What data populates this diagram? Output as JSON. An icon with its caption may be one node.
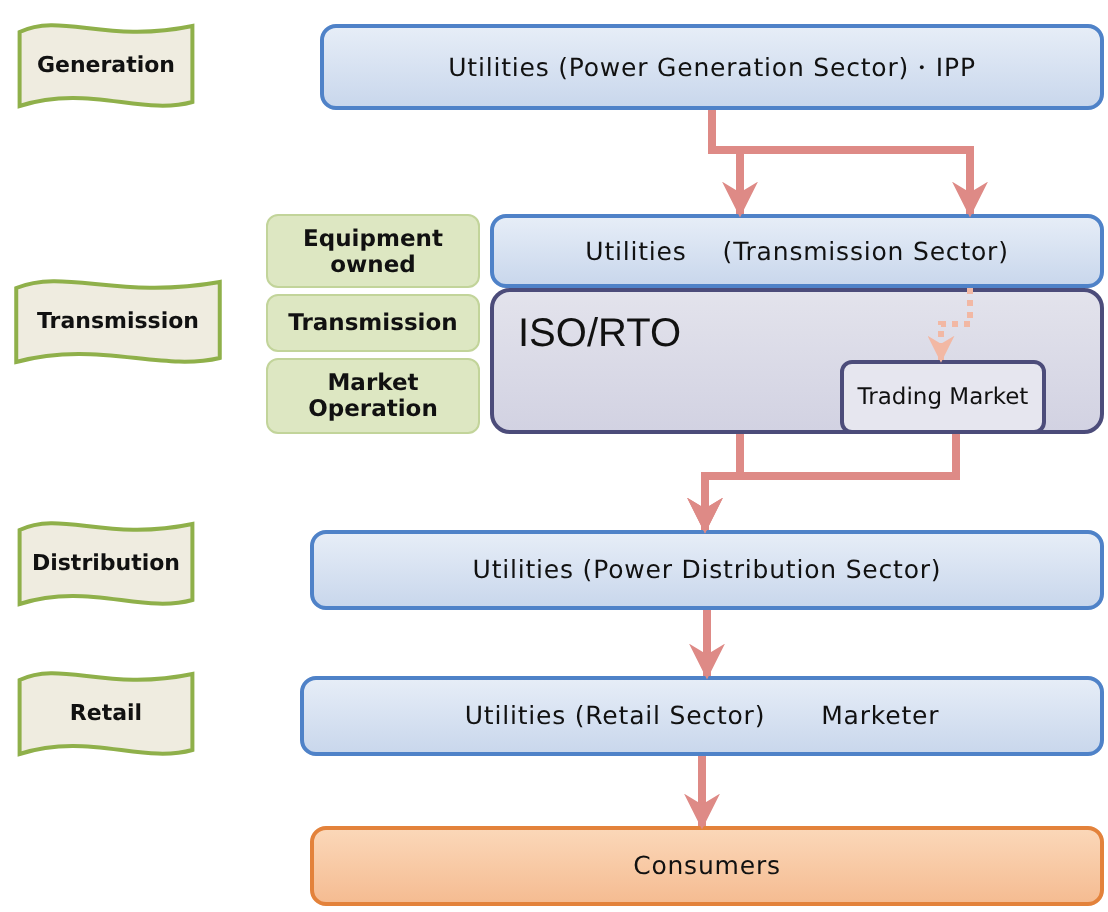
{
  "diagram": {
    "nodes": [
      {
        "text": [
          "Generation"
        ]
      },
      {
        "text": [
          "Utilities (Power Generation Sector)・IPP"
        ]
      },
      {
        "text": [
          "Equipment owned"
        ]
      },
      {
        "text": [
          "Utilities",
          "(Transmission Sector)"
        ]
      },
      {
        "text": [
          "Transmission"
        ]
      },
      {
        "text": [
          "Transmission"
        ]
      },
      {
        "text": [
          "Market Operation"
        ]
      },
      {
        "text": [
          "ISO/RTO"
        ]
      },
      {
        "text": [
          "Trading Market"
        ],
        "in": 7
      },
      {
        "text": [
          "Distribution"
        ]
      },
      {
        "text": [
          "Utilities (Power Distribution Sector)"
        ]
      },
      {
        "text": [
          "Retail"
        ]
      },
      {
        "text": [
          "Utilities (Retail Sector)",
          "Marketer"
        ]
      },
      {
        "text": [
          "Consumers"
        ]
      }
    ],
    "edges": [
      {
        "from": 1,
        "to": 3,
        "arrow": "to"
      },
      {
        "from": 1,
        "to": 3,
        "arrow": "to"
      },
      {
        "from": 3,
        "to": 8,
        "arrow": "to",
        "style": "dashed",
        "color": "#f2b8a4"
      },
      {
        "from": 7,
        "to": 10,
        "arrow": "to"
      },
      {
        "from": 8,
        "to": 10,
        "arrow": "to"
      },
      {
        "from": 10,
        "to": 12,
        "arrow": "to"
      },
      {
        "from": 12,
        "to": 13,
        "arrow": "to"
      }
    ]
  }
}
